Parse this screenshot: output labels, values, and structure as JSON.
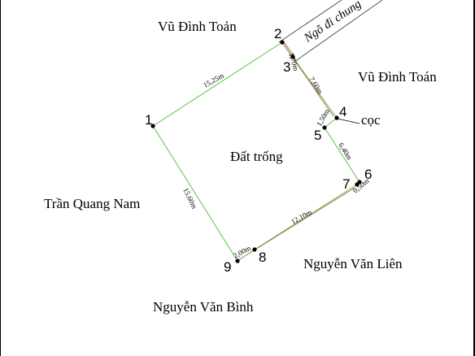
{
  "neighbors": {
    "top_left": "Vũ Đình Toản",
    "right": "Vũ Đình Toán",
    "left": "Trần Quang Nam",
    "bottom_right": "Nguyễn Văn Liên",
    "bottom": "Nguyễn Văn Bình"
  },
  "parcel_label": "Đất trống",
  "marker_label": "cọc",
  "road_label": "Ngõ đi chung",
  "vertices": [
    "1",
    "2",
    "3",
    "4",
    "5",
    "6",
    "7",
    "8",
    "9"
  ],
  "edges": {
    "e1_2": "15,25m",
    "e2_3": "1,70m",
    "e3_4": "7,60m",
    "e4_5": "1,50m",
    "e5_6": "6,40m",
    "e6_7": "0,50m",
    "e7_8": "12,10m",
    "e8_9": "2,00m",
    "e9_1": "15,60m"
  },
  "colors": {
    "boundary": "#5cc24a",
    "old_boundary": "#c25050",
    "vertex": "#000000",
    "road_line": "#555555"
  }
}
